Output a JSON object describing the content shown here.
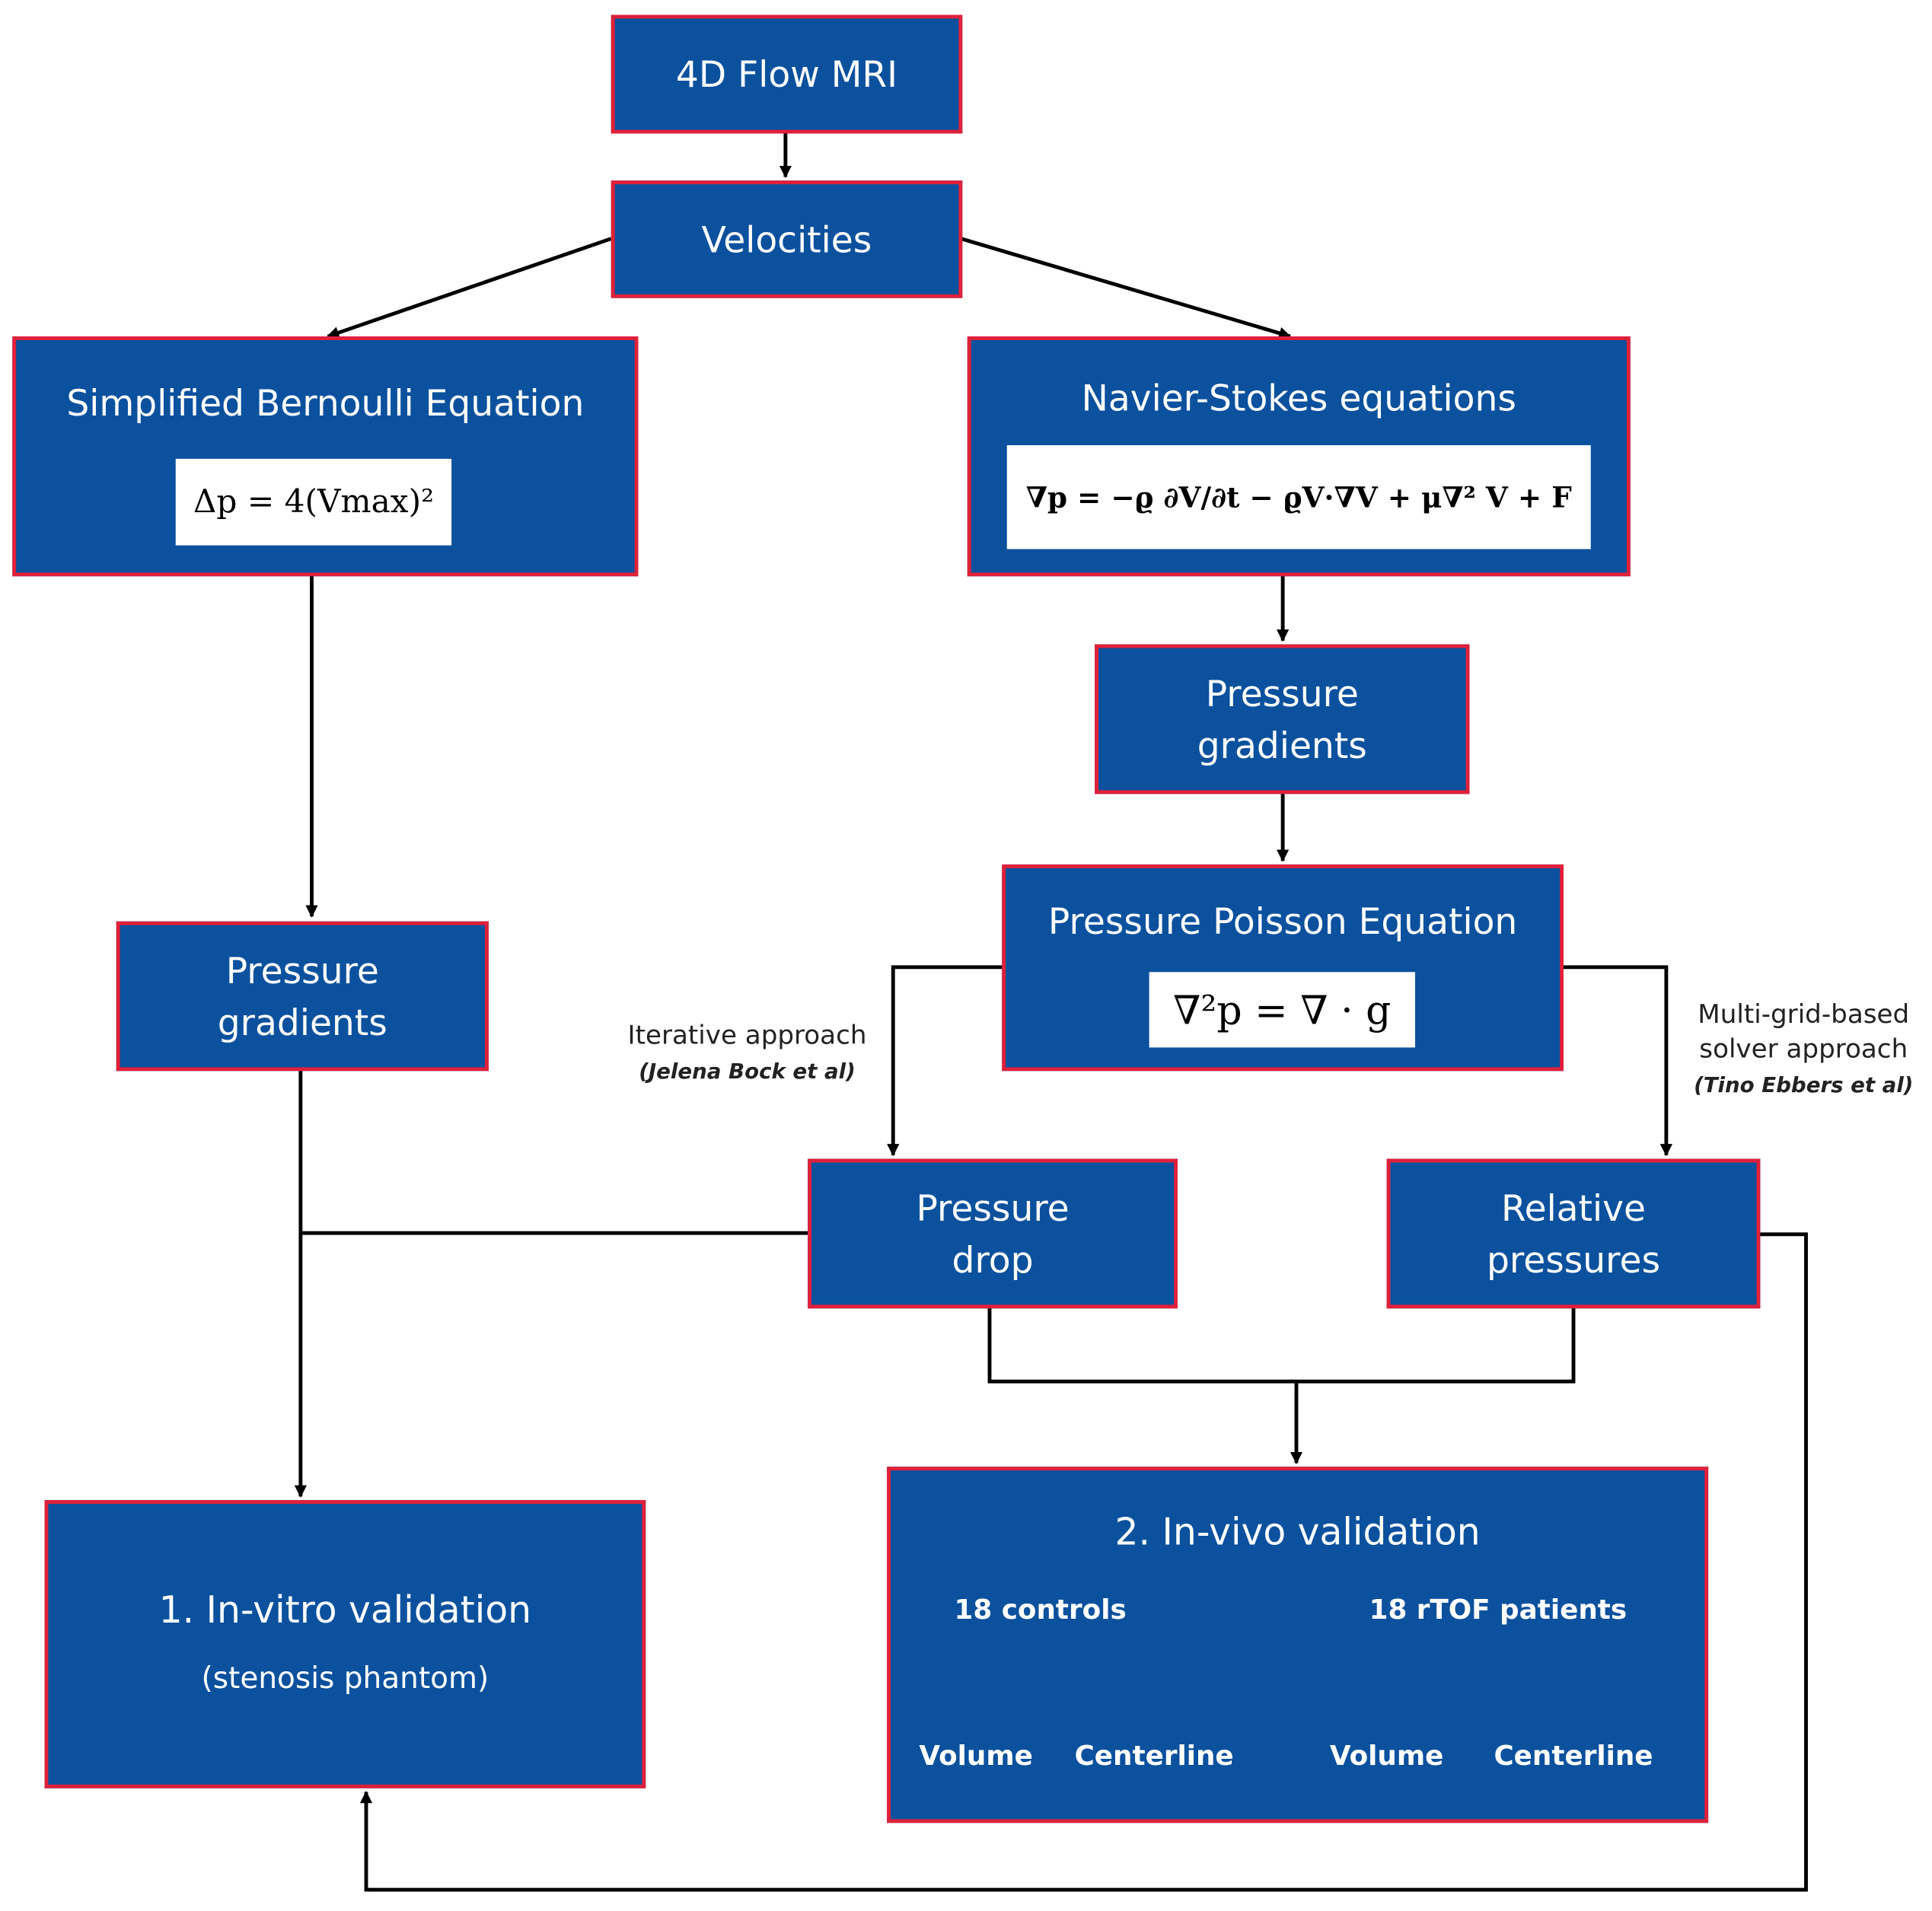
{
  "nodes": {
    "flow_mri": "4D Flow MRI",
    "velocities": "Velocities",
    "bernoulli": {
      "title": "Simplified Bernoulli Equation",
      "formula": "Δp = 4(Vmax)²"
    },
    "navier": {
      "title": "Navier-Stokes equations",
      "formula": "∇p = −ϱ ∂V/∂t − ϱV·∇V + μ∇² V + F"
    },
    "pressure_gradients_right": {
      "line1": "Pressure",
      "line2": "gradients"
    },
    "poisson": {
      "title": "Pressure Poisson Equation",
      "formula": "∇²p = ∇ · g"
    },
    "pressure_gradients_left": {
      "line1": "Pressure",
      "line2": "gradients"
    },
    "pressure_drop": {
      "line1": "Pressure",
      "line2": "drop"
    },
    "relative_pressures": {
      "line1": "Relative",
      "line2": "pressures"
    },
    "invitro": {
      "title": "1. In-vitro validation",
      "subtitle": "(stenosis phantom)"
    },
    "invivo": {
      "title": "2. In-vivo validation",
      "groups": [
        {
          "label": "18 controls",
          "left": "Volume",
          "right": "Centerline"
        },
        {
          "label": "18 rTOF patients",
          "left": "Volume",
          "right": "Centerline"
        }
      ]
    }
  },
  "annotations": {
    "iterative": {
      "line1": "Iterative approach",
      "line2": "(Jelena Bock et al)"
    },
    "multigrid": {
      "line1": "Multi-grid-based",
      "line2": "solver approach",
      "line3": "(Tino Ebbers et al)"
    }
  },
  "colors": {
    "box_fill": "#0b519e",
    "box_border": "#e0203a",
    "arrow": "#000000"
  }
}
